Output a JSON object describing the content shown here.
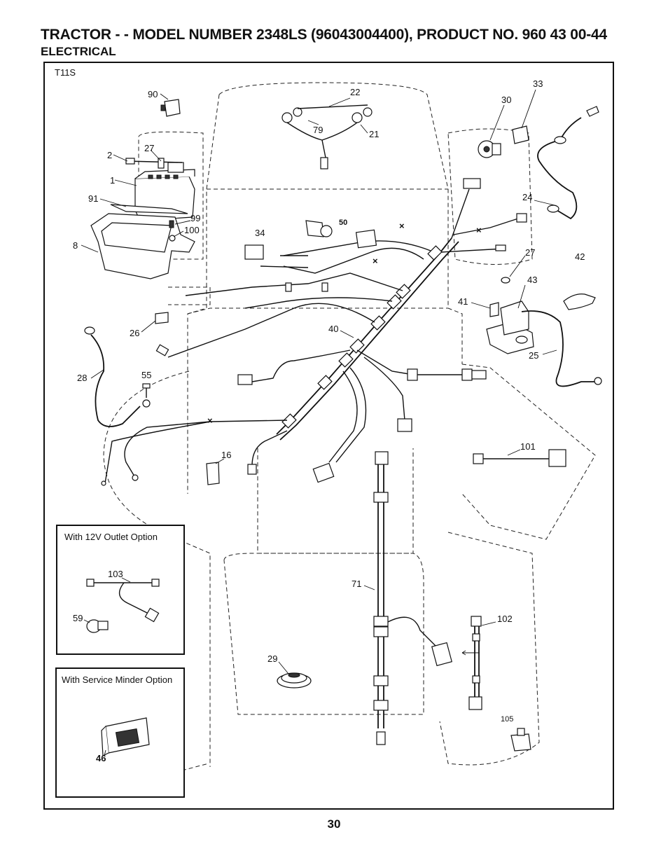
{
  "header": {
    "title": "TRACTOR - - MODEL NUMBER 2348LS (96043004400), PRODUCT NO. 960 43 00-44",
    "section": "ELECTRICAL"
  },
  "diagram": {
    "code": "T11S",
    "callouts": [
      "90",
      "22",
      "79",
      "21",
      "30",
      "33",
      "2",
      "27",
      "1",
      "91",
      "99",
      "100",
      "8",
      "34",
      "50",
      "24",
      "27",
      "42",
      "43",
      "41",
      "26",
      "40",
      "28",
      "55",
      "25",
      "101",
      "16",
      "71",
      "102",
      "29",
      "105"
    ]
  },
  "insets": [
    {
      "title": "With 12V Outlet Option",
      "callouts": [
        "103",
        "59"
      ]
    },
    {
      "title": "With Service Minder Option",
      "callouts": [
        "46"
      ]
    }
  ],
  "footer": {
    "page_number": "30"
  }
}
